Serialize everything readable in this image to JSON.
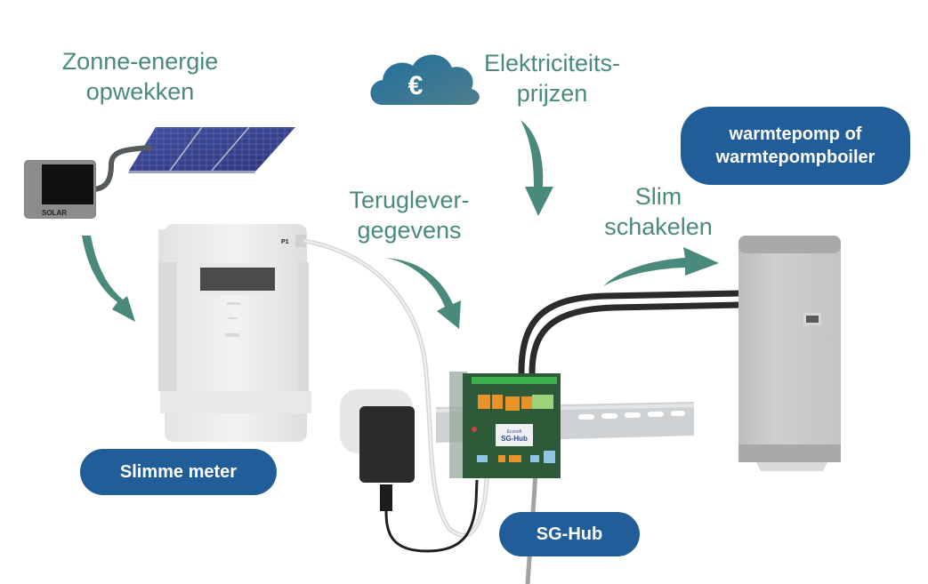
{
  "labels": {
    "solar": [
      "Zonne-energie",
      "opwekken"
    ],
    "prices": [
      "Elektriciteits-",
      "prijzen"
    ],
    "return_data": [
      "Teruglever-",
      "gegevens"
    ],
    "switching": [
      "Slim",
      "schakelen"
    ]
  },
  "badges": {
    "smart_meter": "Slimme meter",
    "sg_hub": "SG-Hub",
    "heat_pump": [
      "warmtepomp of",
      "warmtepompboiler"
    ]
  },
  "devices": {
    "inverter_label": "SOLAR",
    "meter_port_label": "P1",
    "hub_brand": "Ecosoft",
    "hub_name": "SG-Hub",
    "price_symbol": "€"
  },
  "colors": {
    "accent_green": "#4a8a7c",
    "badge_blue": "#215e99",
    "cloud_blue": "#2f6d93"
  }
}
